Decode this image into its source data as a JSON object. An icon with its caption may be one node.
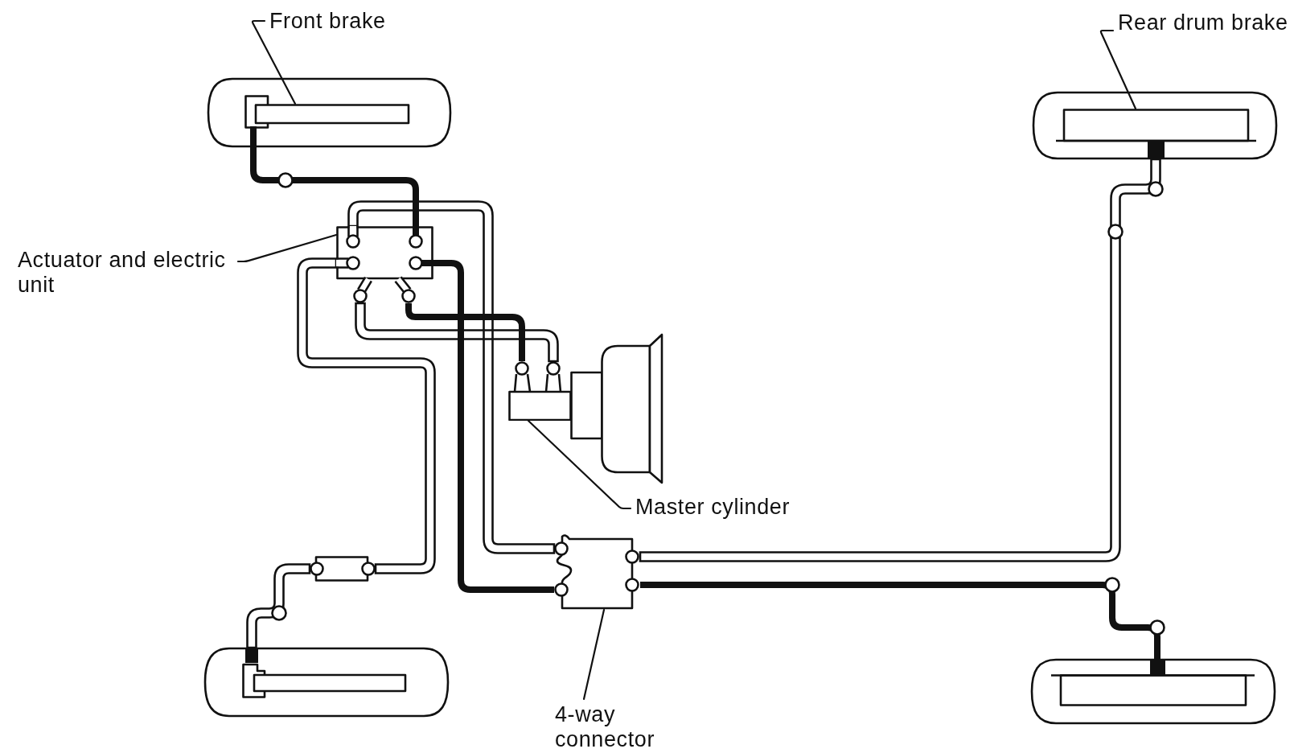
{
  "diagram": {
    "nodes": [
      {
        "text": [
          "Front brake"
        ]
      },
      {
        "text": [],
        "shape": "box"
      },
      {
        "text": [
          "Rear drum brake"
        ]
      },
      {
        "text": [],
        "shape": "box"
      },
      {
        "text": [
          "Actuator and electric unit"
        ]
      },
      {
        "text": [],
        "shape": "box"
      },
      {
        "text": [],
        "shape": "picture"
      },
      {
        "text": [
          "Master cylinder"
        ]
      },
      {
        "text": [],
        "shape": "box"
      },
      {
        "text": [],
        "shape": "box"
      },
      {
        "text": [],
        "shape": "picture"
      },
      {
        "text": [
          "4-way connector"
        ]
      },
      {
        "text": [],
        "shape": "box"
      }
    ],
    "edges": [
      {
        "from": 0,
        "to": 1,
        "arrow": "none"
      },
      {
        "from": 2,
        "to": 3,
        "arrow": "none"
      },
      {
        "from": 4,
        "to": 5,
        "arrow": "none"
      },
      {
        "from": 7,
        "to": 6,
        "arrow": "none"
      },
      {
        "from": 11,
        "to": 8,
        "arrow": "none"
      },
      {
        "from": 5,
        "to": 1,
        "arrow": "none",
        "style": "thick"
      },
      {
        "from": 5,
        "to": 8,
        "arrow": "none"
      },
      {
        "from": 5,
        "to": 9,
        "arrow": "none"
      },
      {
        "from": 9,
        "to": 10,
        "arrow": "none"
      },
      {
        "from": 5,
        "to": 8,
        "arrow": "none",
        "style": "thick"
      },
      {
        "from": 6,
        "to": 5,
        "arrow": "none"
      },
      {
        "from": 6,
        "to": 5,
        "arrow": "none",
        "style": "thick"
      },
      {
        "from": 8,
        "to": 3,
        "arrow": "none"
      },
      {
        "from": 8,
        "to": 12,
        "arrow": "none",
        "style": "thick"
      }
    ]
  }
}
